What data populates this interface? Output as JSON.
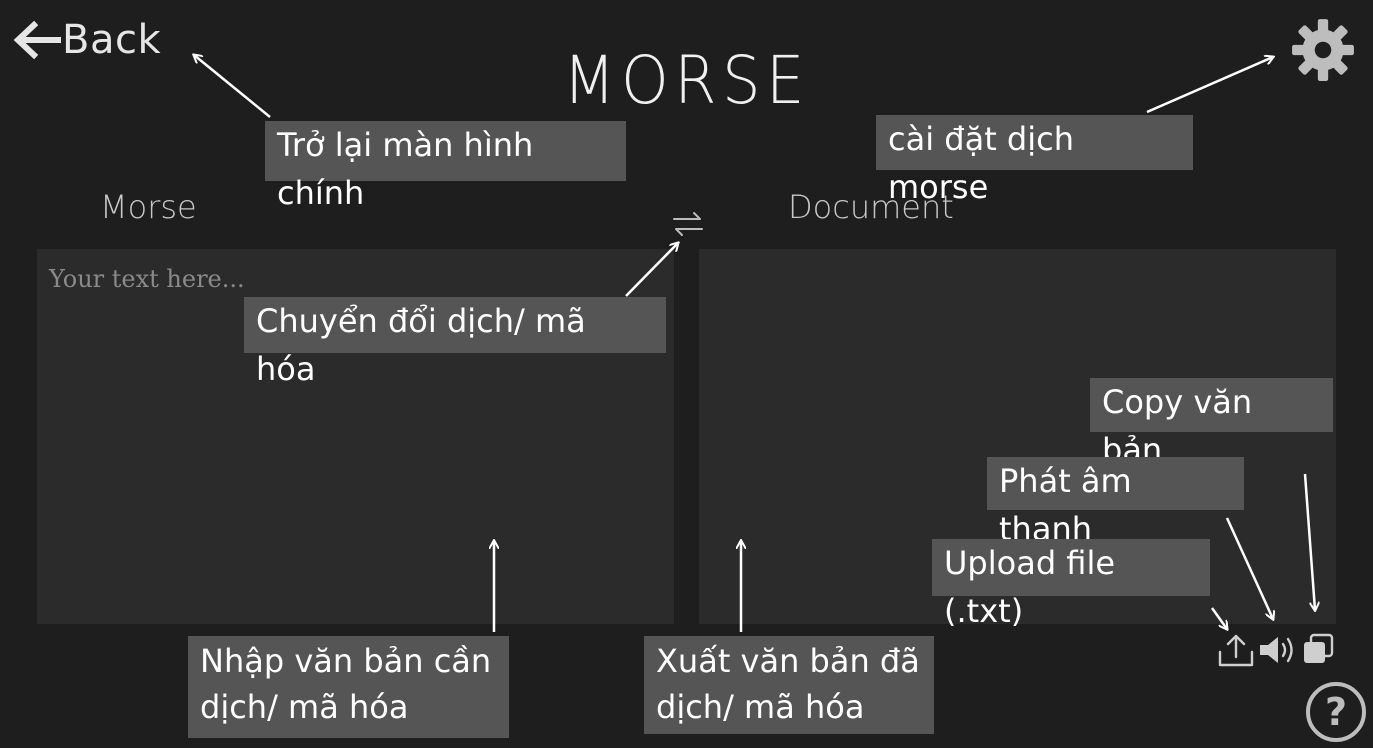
{
  "header": {
    "back_label": "Back",
    "title": "MORSE"
  },
  "panels": {
    "input_label": "Morse",
    "input_placeholder": "Your text here...",
    "output_label": "Document"
  },
  "annotations": {
    "back": "Trở lại màn hình chính",
    "settings": "cài đặt dịch morse",
    "swap": "Chuyển  đổi dịch/ mã hóa",
    "copy": "Copy văn bản",
    "sound": "Phát âm thanh",
    "upload": "Upload file (.txt)",
    "input_line1": "Nhập văn bản cần",
    "input_line2": "dịch/ mã hóa",
    "output_line1": "Xuất văn bản đã",
    "output_line2": "dịch/  mã hóa"
  },
  "icons": {
    "back": "arrow-left-icon",
    "settings": "gear-icon",
    "swap": "swap-arrows-icon",
    "upload": "upload-icon",
    "sound": "speaker-icon",
    "copy": "copy-icon",
    "help": "help-icon"
  },
  "colors": {
    "background": "#1e1e1e",
    "panel": "#2b2b2b",
    "annotation_bg": "#555555",
    "icon": "#cfcfcf"
  }
}
